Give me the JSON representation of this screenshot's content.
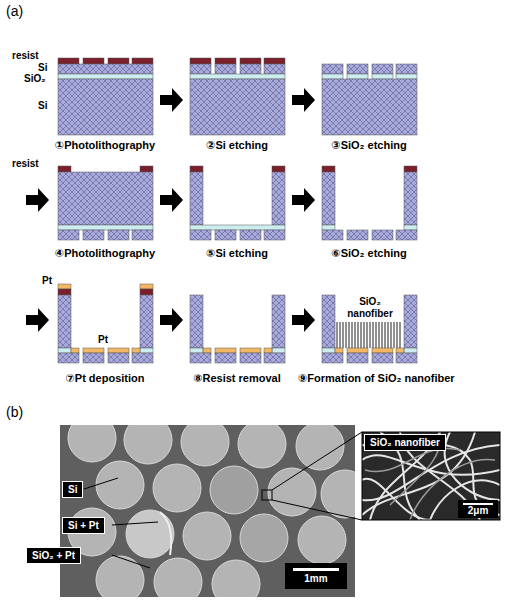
{
  "diagram": {
    "nodes": [
      {
        "text": [
          "Si"
        ]
      },
      {
        "text": [
          "Si + Pt"
        ]
      },
      {
        "text": [
          "SiO₂ + Pt"
        ]
      },
      {
        "text": [
          "SiO₂ nanofiber"
        ]
      }
    ],
    "labels": [
      "(a)",
      "resist",
      "Si",
      "SiO₂",
      "Si",
      "①Photolithography",
      "②Si etching",
      "③SiO₂ etching",
      "resist",
      "④Photolithography",
      "⑤Si etching",
      "⑥SiO₂ etching",
      "Pt",
      "Pt",
      "⑦Pt deposition",
      "⑧Resist removal",
      "SiO₂ nanofiber",
      "⑨Formation of SiO₂ nanofiber",
      "(b)",
      "1mm",
      "2μm"
    ]
  }
}
